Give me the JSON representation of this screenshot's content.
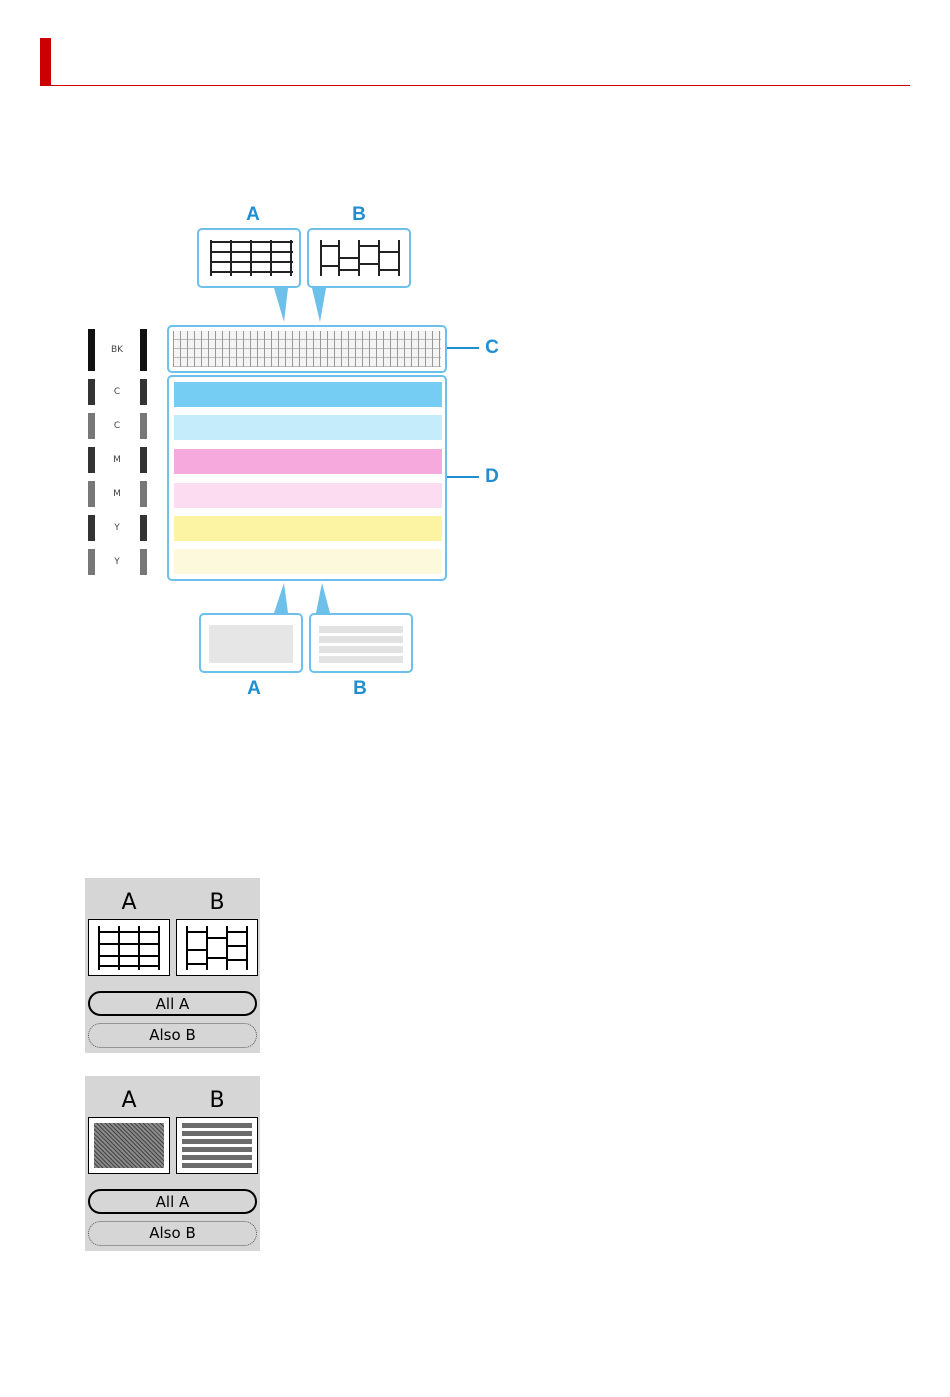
{
  "diagram": {
    "callouts_top": {
      "left": "A",
      "right": "B"
    },
    "callouts_bottom": {
      "left": "A",
      "right": "B"
    },
    "pattern_c_label": "C",
    "pattern_d_label": "D",
    "bar_labels": [
      "BK",
      "C",
      "C",
      "M",
      "M",
      "Y",
      "Y"
    ],
    "colors": {
      "callout_blue": "#1f8fd2",
      "cyan": "#76cdf4",
      "light_cyan": "#c4ecfb",
      "magenta": "#f6a9dc",
      "light_magenta": "#fcdcf1",
      "yellow": "#fdf4a3",
      "light_yellow": "#fdf9dc"
    }
  },
  "panels": [
    {
      "letter_a": "A",
      "letter_b": "B",
      "pattern": "grid-lines",
      "option_selected": "All A",
      "option_other": "Also B"
    },
    {
      "letter_a": "A",
      "letter_b": "B",
      "pattern": "solid-fill",
      "option_selected": "All A",
      "option_other": "Also B"
    }
  ],
  "accent_color": "#cc0000"
}
